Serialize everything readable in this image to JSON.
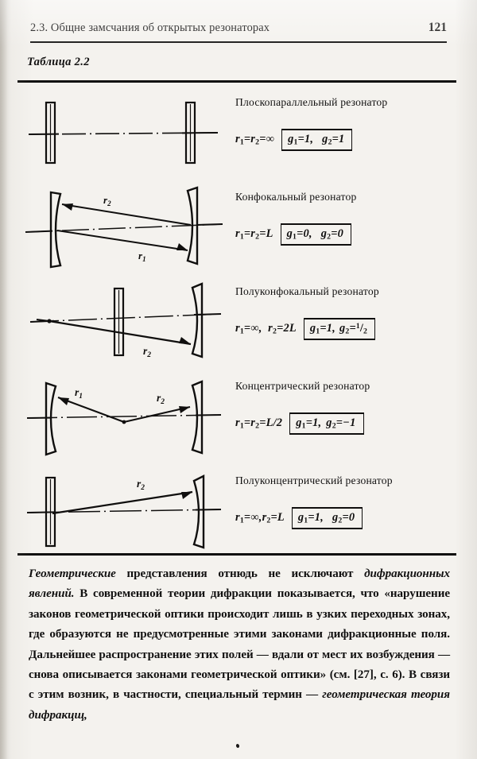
{
  "header": {
    "title": "2.3. Общне замсчания об открытых резонаторах",
    "page_number": "121"
  },
  "table": {
    "caption": "Таблица  2.2",
    "rows": [
      {
        "name": "Плоскопараллельный  резонатор",
        "r_expr": "r1 = r2 = ∞",
        "g1": "g1 = 1,",
        "g2": "g2 = 1",
        "diagram": "two-flat-mirrors",
        "labels": []
      },
      {
        "name": "Конфокальный резонатор",
        "r_expr": "r1 = r2 = L",
        "g1": "g1 = 0,",
        "g2": "g2 = 0",
        "diagram": "two-concave-mirrors-crossed-radii",
        "labels": [
          "r2",
          "r1"
        ]
      },
      {
        "name": "Полуконфокальный резонатор",
        "r_expr": "r1 = ∞,  r2 = 2L",
        "g1": "g1 = 1,",
        "g2": "g2 = 1/2",
        "diagram": "flat-and-concave-mirror",
        "labels": [
          "r2"
        ]
      },
      {
        "name": "Концентрический резонатор",
        "r_expr": "r1 = r2 = L/2",
        "g1": "g1 = 1,",
        "g2": "g2 = −1",
        "diagram": "two-concave-mirrors-common-center",
        "labels": [
          "r1",
          "r2"
        ]
      },
      {
        "name": "Полуконцентрический резонатор",
        "r_expr": "r1 = ∞, r2 = L",
        "g1": "g1 = 1,",
        "g2": "g2 = 0",
        "diagram": "flat-left-concave-right",
        "labels": [
          "r2"
        ]
      }
    ]
  },
  "body": {
    "paragraph_segments": [
      {
        "text": "Геометрические",
        "italic": true
      },
      {
        "text": " представления отнюдь не исключают ",
        "italic": false
      },
      {
        "text": "дифракционных явлений.",
        "italic": true
      },
      {
        "text": " В современной теории дифракции показывается, что «нарушение законов геометрической оптики происходит лишь в узких переходных зонах, где образуются не предусмотренные этими законами дифракционные поля. Дальнейшее распространение этих полей — вдали от мест их возбуждения — снова описывается законами геометрической оптики» (см. [27], с. 6). В связи с этим возник, в частности, специальный термин — ",
        "italic": false
      },
      {
        "text": "геометрическая теория дифракцщ,",
        "italic": true
      }
    ]
  },
  "colors": {
    "ink": "#100f0e",
    "paper": "#f4f2ee"
  }
}
